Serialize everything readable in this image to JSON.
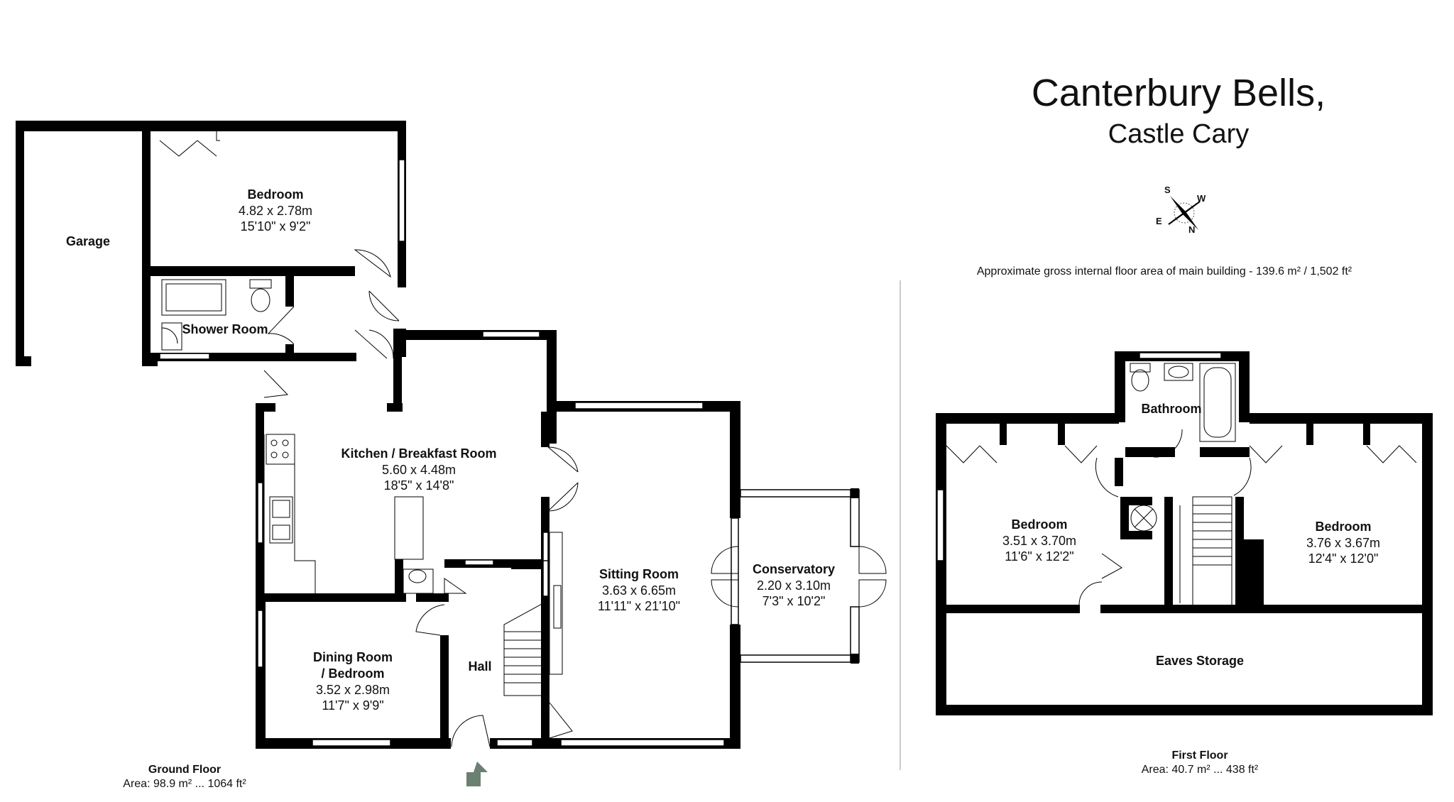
{
  "title": "Canterbury Bells,",
  "subtitle": "Castle Cary",
  "gross_area": {
    "label": "Approximate gross internal floor area of main building  -  139.6 m² /  1,502 ft²"
  },
  "compass": {
    "s": "S",
    "w": "W",
    "e": "E",
    "n": "N"
  },
  "ground_floor": {
    "caption": "Ground Floor",
    "area": "Area: 98.9 m² ... 1064 ft²",
    "rooms": {
      "garage": {
        "name": "Garage"
      },
      "bedroom": {
        "name": "Bedroom",
        "metric": "4.82 x 2.78m",
        "imperial": "15'10\" x 9'2\""
      },
      "shower": {
        "name": "Shower Room"
      },
      "kitchen": {
        "name": "Kitchen / Breakfast Room",
        "metric": "5.60 x 4.48m",
        "imperial": "18'5\" x 14'8\""
      },
      "sitting": {
        "name": "Sitting Room",
        "metric": "3.63 x 6.65m",
        "imperial": "11'11\" x 21'10\""
      },
      "conservatory": {
        "name": "Conservatory",
        "metric": "2.20 x 3.10m",
        "imperial": "7'3\" x 10'2\""
      },
      "dining": {
        "name1": "Dining Room",
        "name2": "/ Bedroom",
        "metric": "3.52 x 2.98m",
        "imperial": "11'7\" x 9'9\""
      },
      "hall": {
        "name": "Hall"
      }
    }
  },
  "first_floor": {
    "caption": "First Floor",
    "area": "Area: 40.7 m² ... 438 ft²",
    "rooms": {
      "bathroom": {
        "name": "Bathroom"
      },
      "bedroom_left": {
        "name": "Bedroom",
        "metric": "3.51 x 3.70m",
        "imperial": "11'6\" x 12'2\""
      },
      "bedroom_right": {
        "name": "Bedroom",
        "metric": "3.76 x 3.67m",
        "imperial": "12'4\" x 12'0\""
      },
      "eaves": {
        "name": "Eaves Storage"
      }
    }
  },
  "colors": {
    "wall": "#000000",
    "window": "#ffffff",
    "entrance_arrow": "#6b8070"
  }
}
